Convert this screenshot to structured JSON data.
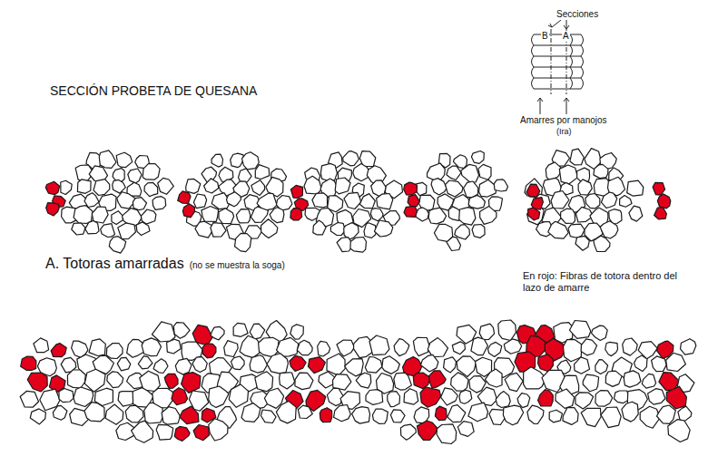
{
  "diagram": {
    "title": "SECCIÓN PROBETA DE QUESANA",
    "labels": [
      "Secciones",
      "B",
      "A",
      "Amarres por manojos",
      "(Ira)",
      "A. Totoras amarradas",
      "(no se muestra la soga)",
      "En rojo: Fibras de totora dentro del lazo de amarre"
    ]
  }
}
